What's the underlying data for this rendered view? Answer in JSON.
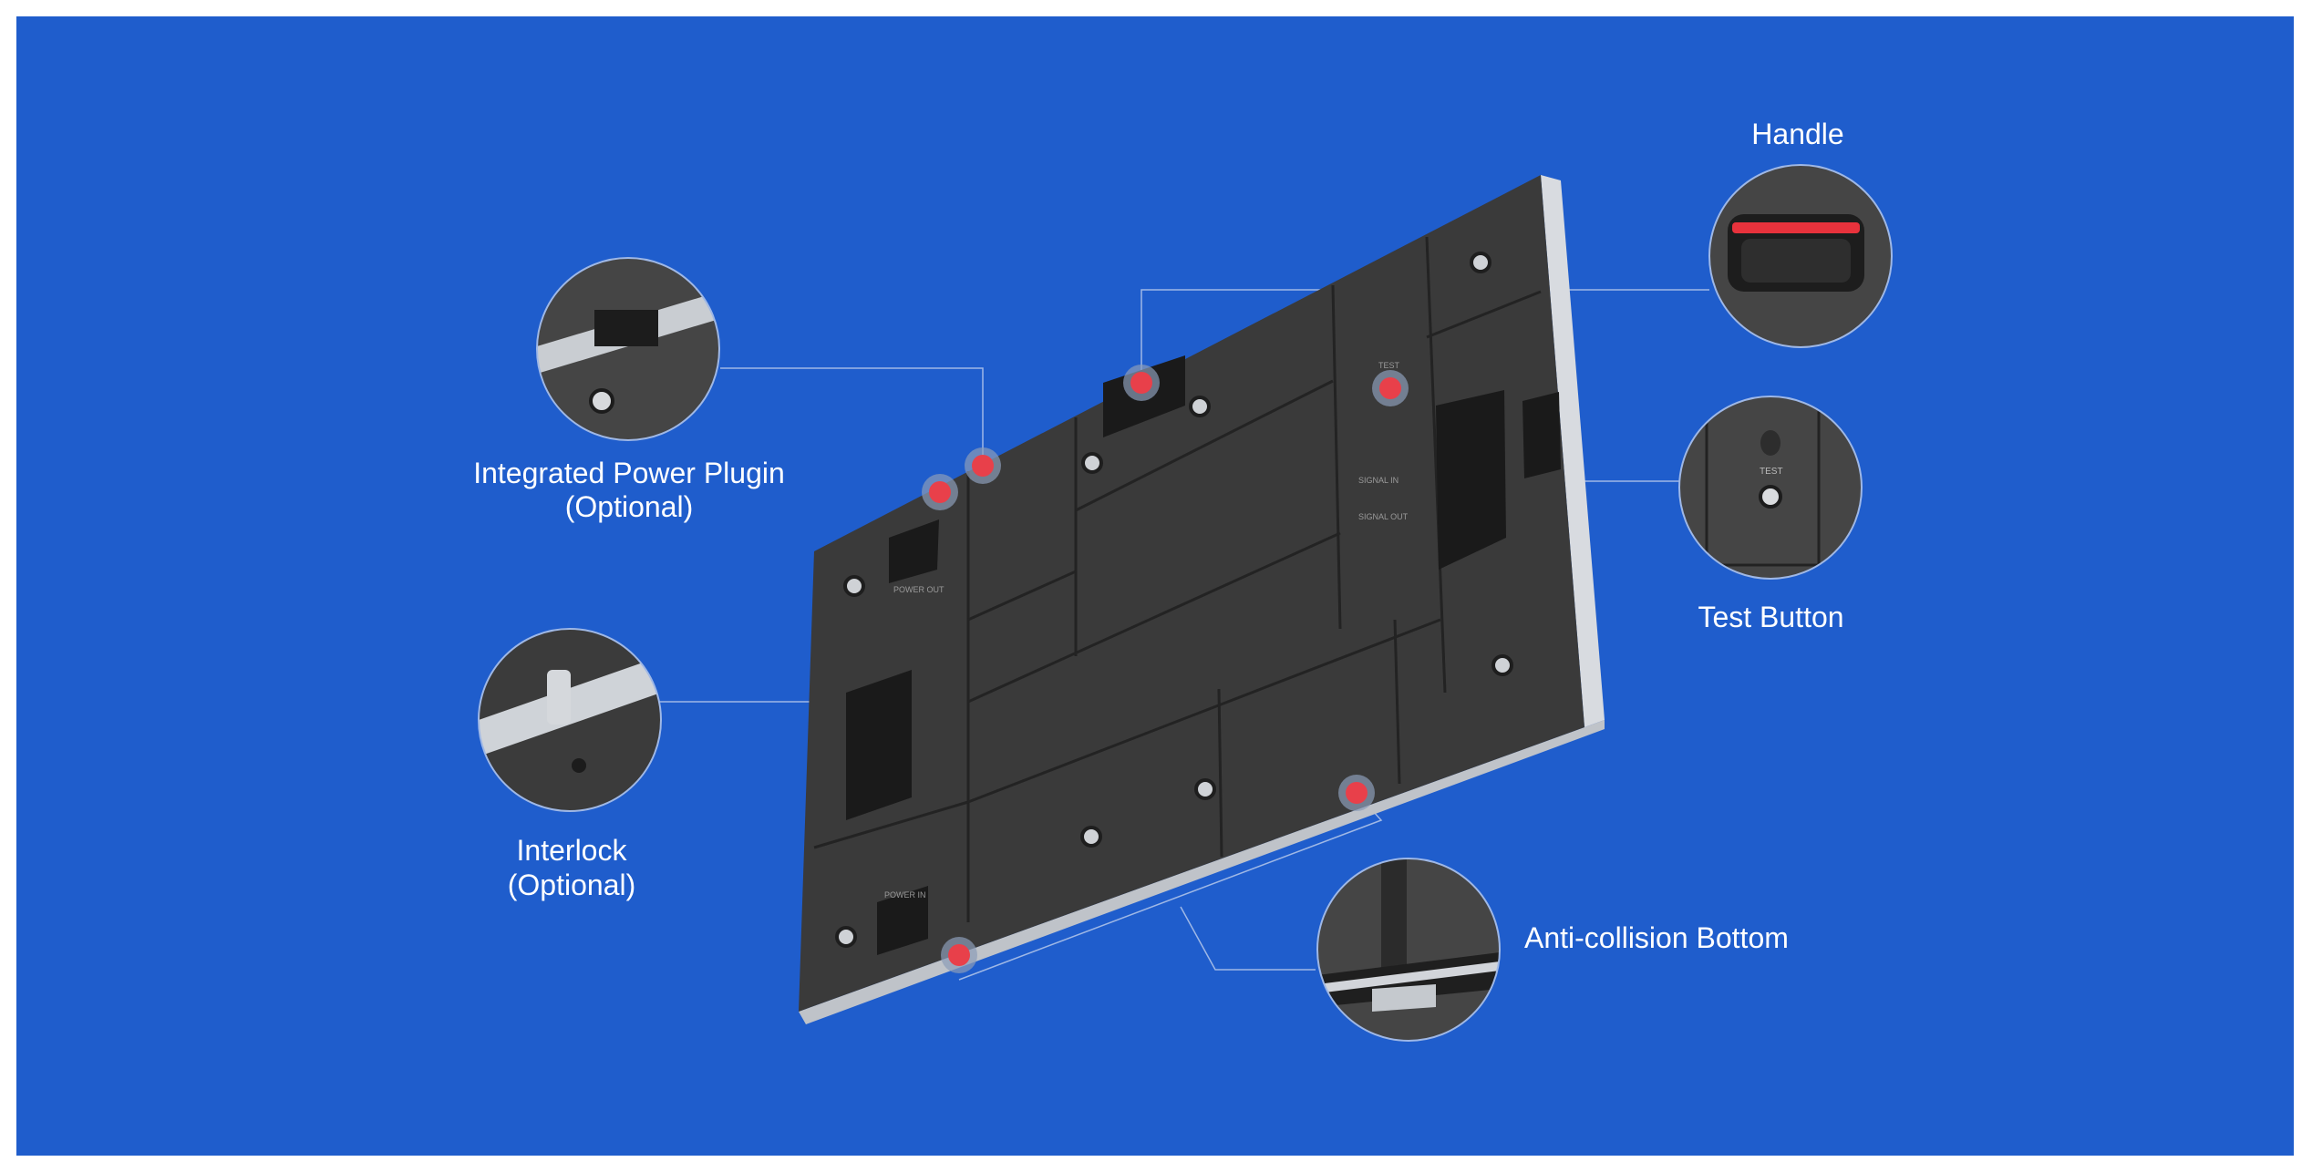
{
  "labels": {
    "handle": "Handle",
    "test_button": "Test Button",
    "power_plugin_line1": "Integrated Power Plugin",
    "power_plugin_line2": "(Optional)",
    "interlock_line1": "Interlock",
    "interlock_line2": "(Optional)",
    "anti_collision": "Anti-collision Bottom"
  },
  "panel_markings": {
    "test": "TEST",
    "signal_in": "SIGNAL IN",
    "signal_out": "SIGNAL OUT",
    "power_in": "POWER IN",
    "power_out": "POWER OUT"
  },
  "colors": {
    "background": "#1f5dcc",
    "cabinet": "#3a3a3a",
    "hotspot": "#e8404a",
    "callout_line": "#9fb8e6"
  }
}
